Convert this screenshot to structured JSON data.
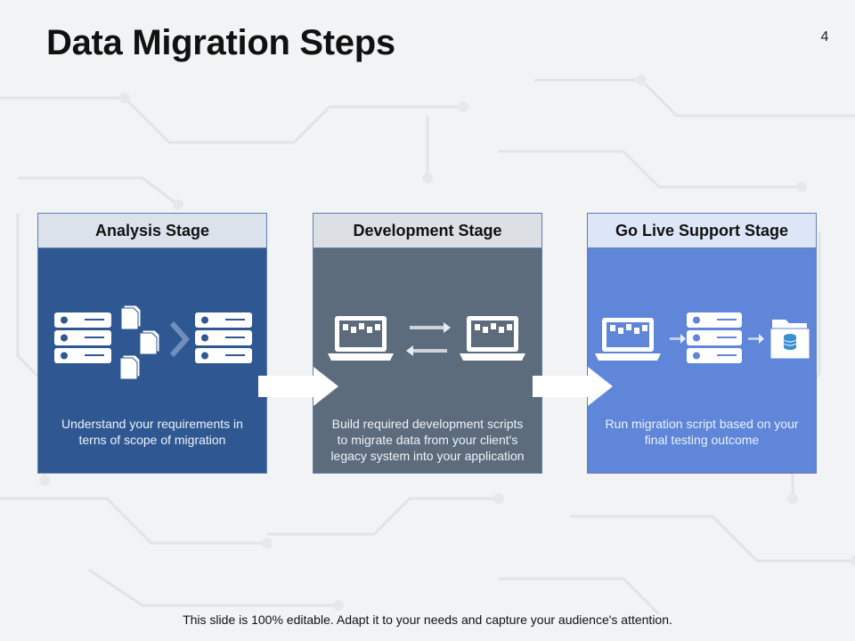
{
  "slide": {
    "title": "Data Migration Steps",
    "page_number": "4",
    "footer": "This slide is 100% editable. Adapt it to your needs and capture your audience's attention."
  },
  "stages": [
    {
      "title": "Analysis Stage",
      "description": "Understand your requirements in terns of scope of migration",
      "header_color": "#dbe2ec",
      "body_color": "#2f5892",
      "icons": [
        "server-stack-icon",
        "document-icon",
        "server-stack-icon"
      ]
    },
    {
      "title": "Development Stage",
      "description": "Build required development scripts to migrate data from your client's legacy system into your application",
      "header_color": "#dcdfe3",
      "body_color": "#5d6c7c",
      "icons": [
        "laptop-icon",
        "sync-arrows-icon",
        "laptop-icon"
      ]
    },
    {
      "title": "Go Live Support Stage",
      "description": "Run migration script based on your final testing outcome",
      "header_color": "#dde6f6",
      "body_color": "#5f86d8",
      "icons": [
        "laptop-icon",
        "server-stack-icon",
        "database-folder-icon"
      ]
    }
  ]
}
